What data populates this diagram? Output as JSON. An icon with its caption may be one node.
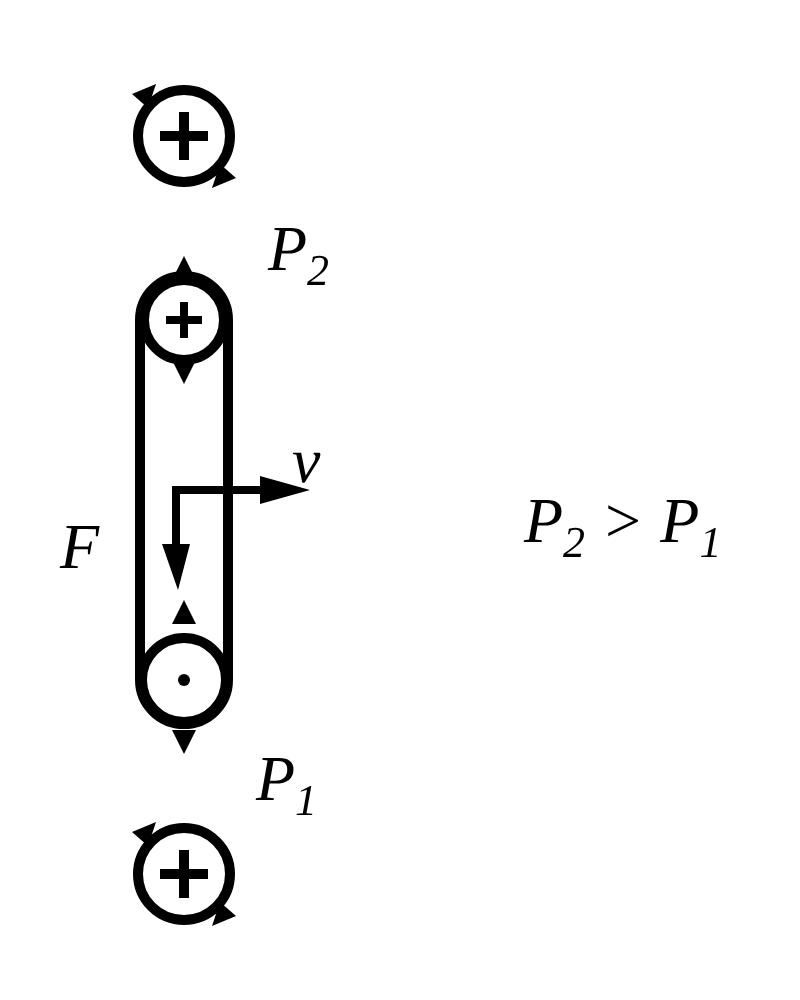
{
  "diagram": {
    "labels": [
      "P$_{2}$",
      "v",
      "F",
      "P$_{1}$",
      "P$_{2}$ > P$_{1}$"
    ]
  }
}
